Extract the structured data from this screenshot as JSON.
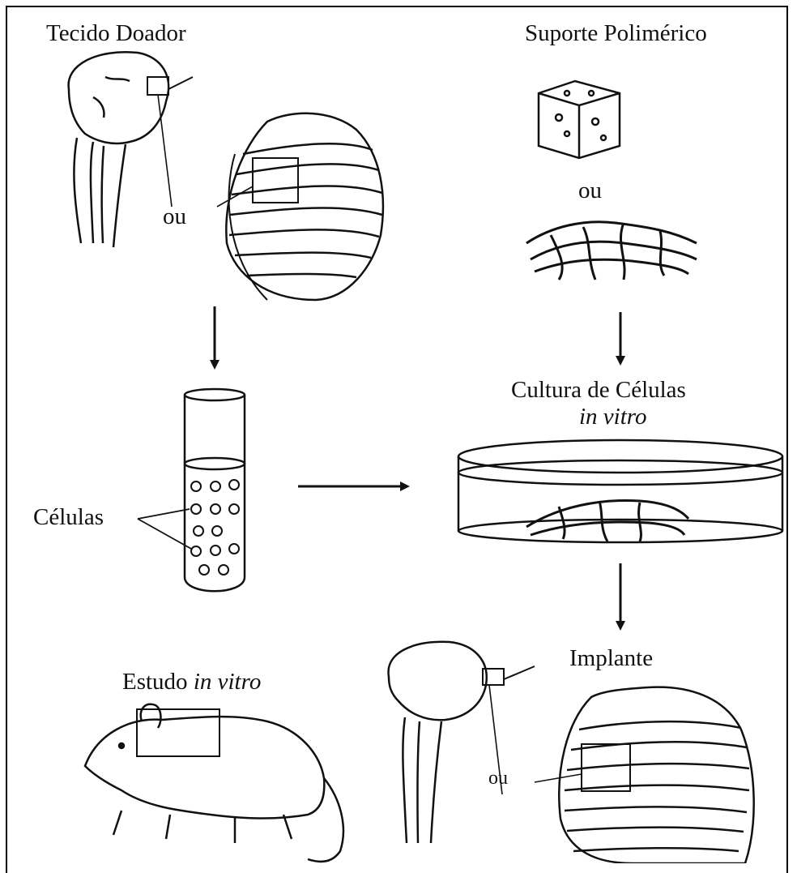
{
  "labels": {
    "donor_tissue": "Tecido Doador",
    "polymer_scaffold": "Suporte Polimérico",
    "or_scaffold": "ou",
    "or_donor": "ou",
    "cells": "Células",
    "cell_culture": "Cultura de Células",
    "cell_culture_italic": "in vitro",
    "implant": "Implante",
    "study_prefix": "Estudo",
    "study_italic": "in vitro",
    "or_implant": "ou"
  },
  "colors": {
    "ink": "#111111",
    "background": "#ffffff"
  }
}
